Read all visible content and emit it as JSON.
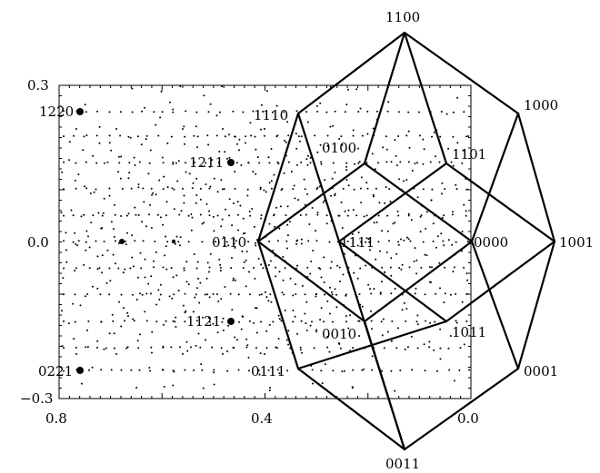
{
  "axis_ticks": {
    "y_top": "0.3",
    "y_mid": "0.0",
    "y_bottom": "−0.3",
    "x_left": "0.8",
    "x_mid": "0.4",
    "x_right": "0.0"
  },
  "nodes": [
    {
      "id": "1100",
      "label": "1100"
    },
    {
      "id": "1000",
      "label": "1000"
    },
    {
      "id": "1110",
      "label": "1110"
    },
    {
      "id": "0100",
      "label": "0100"
    },
    {
      "id": "1101",
      "label": "1101"
    },
    {
      "id": "0110",
      "label": "0110"
    },
    {
      "id": "1111",
      "label": "1111"
    },
    {
      "id": "0000",
      "label": "0000"
    },
    {
      "id": "1001",
      "label": "1001"
    },
    {
      "id": "0010",
      "label": "0010"
    },
    {
      "id": "1011",
      "label": "1011"
    },
    {
      "id": "0111",
      "label": "0111"
    },
    {
      "id": "0001",
      "label": "0001"
    },
    {
      "id": "0011",
      "label": "0011"
    }
  ],
  "edges": [
    [
      "1100",
      "1110"
    ],
    [
      "1100",
      "1000"
    ],
    [
      "1100",
      "0100"
    ],
    [
      "1100",
      "1101"
    ],
    [
      "1110",
      "0110"
    ],
    [
      "1110",
      "1111"
    ],
    [
      "1000",
      "1001"
    ],
    [
      "1000",
      "0000"
    ],
    [
      "0100",
      "0110"
    ],
    [
      "0100",
      "0000"
    ],
    [
      "1101",
      "1111"
    ],
    [
      "1101",
      "1001"
    ],
    [
      "0110",
      "0111"
    ],
    [
      "0110",
      "0010"
    ],
    [
      "1111",
      "0011"
    ],
    [
      "1111",
      "1011"
    ],
    [
      "0000",
      "0001"
    ],
    [
      "0000",
      "0010"
    ],
    [
      "1001",
      "1011"
    ],
    [
      "1001",
      "0001"
    ],
    [
      "0111",
      "0011"
    ],
    [
      "0010",
      "0011"
    ],
    [
      "1011",
      "0111"
    ],
    [
      "0001",
      "0011"
    ]
  ],
  "plot_points": [
    {
      "label": "1220"
    },
    {
      "label": "1211"
    },
    {
      "label": "1121"
    },
    {
      "label": "0221"
    }
  ]
}
